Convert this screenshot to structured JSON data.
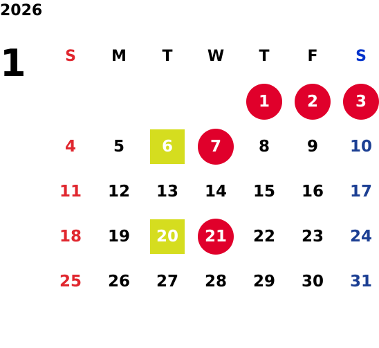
{
  "year": "2026",
  "month": "1",
  "colors": {
    "sunday": "#e0262e",
    "saturday": "#1c3f93",
    "holiday_circle": "#e0002b",
    "highlight_square": "#d5dd1f",
    "default": "#000000"
  },
  "weekdays": [
    {
      "label": "S",
      "color": "#e0262e"
    },
    {
      "label": "M",
      "color": "#000000"
    },
    {
      "label": "T",
      "color": "#000000"
    },
    {
      "label": "W",
      "color": "#000000"
    },
    {
      "label": "T",
      "color": "#000000"
    },
    {
      "label": "F",
      "color": "#000000"
    },
    {
      "label": "S",
      "color": "#0033cc"
    }
  ],
  "weeks": [
    [
      null,
      null,
      null,
      null,
      {
        "day": "1",
        "mark": "holiday"
      },
      {
        "day": "2",
        "mark": "holiday"
      },
      {
        "day": "3",
        "mark": "holiday"
      }
    ],
    [
      {
        "day": "4"
      },
      {
        "day": "5"
      },
      {
        "day": "6",
        "mark": "highlight"
      },
      {
        "day": "7",
        "mark": "holiday"
      },
      {
        "day": "8"
      },
      {
        "day": "9"
      },
      {
        "day": "10"
      }
    ],
    [
      {
        "day": "11"
      },
      {
        "day": "12"
      },
      {
        "day": "13"
      },
      {
        "day": "14"
      },
      {
        "day": "15"
      },
      {
        "day": "16"
      },
      {
        "day": "17"
      }
    ],
    [
      {
        "day": "18"
      },
      {
        "day": "19"
      },
      {
        "day": "20",
        "mark": "highlight"
      },
      {
        "day": "21",
        "mark": "holiday"
      },
      {
        "day": "22"
      },
      {
        "day": "23"
      },
      {
        "day": "24"
      }
    ],
    [
      {
        "day": "25"
      },
      {
        "day": "26"
      },
      {
        "day": "27"
      },
      {
        "day": "28"
      },
      {
        "day": "29"
      },
      {
        "day": "30"
      },
      {
        "day": "31"
      }
    ]
  ]
}
